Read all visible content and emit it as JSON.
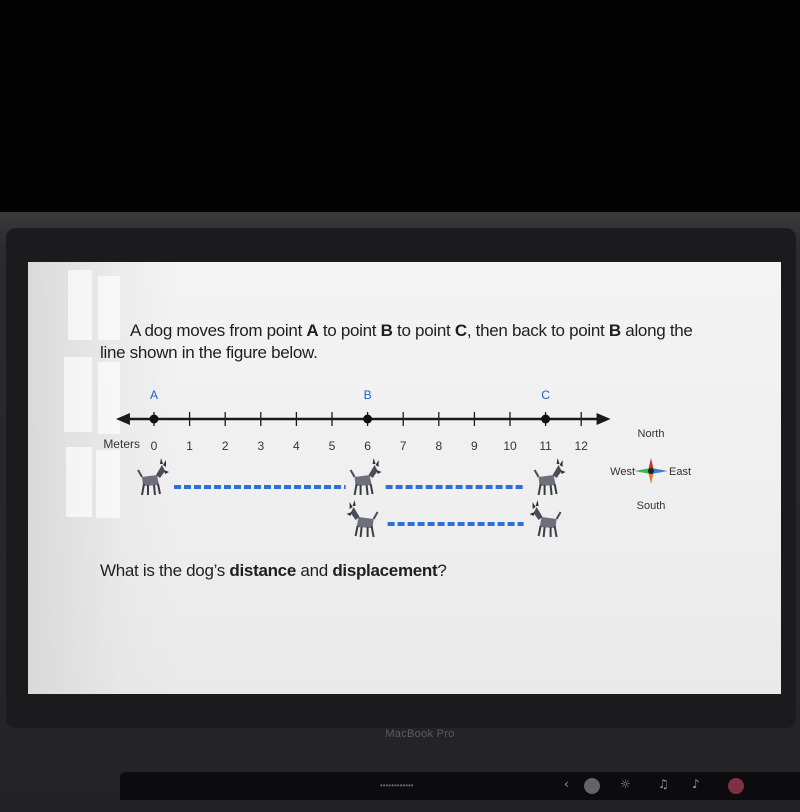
{
  "slide": {
    "text_before_A": "A dog moves from point ",
    "point_A": "A",
    "text_to": " to point ",
    "point_B": "B",
    "text_to_2": " to point ",
    "point_C": "C",
    "text_then": ", then back to point ",
    "point_B2": "B",
    "text_after": " along the line shown in the figure below.",
    "question_prefix": "What is the dog’s ",
    "question_distance": "distance",
    "question_and": " and ",
    "question_displacement": "displacement",
    "question_suffix": "?"
  },
  "figure": {
    "axis_label": "Meters",
    "ticks": [
      "0",
      "1",
      "2",
      "3",
      "4",
      "5",
      "6",
      "7",
      "8",
      "9",
      "10",
      "11",
      "12"
    ],
    "points": [
      {
        "label": "A",
        "value": 0
      },
      {
        "label": "B",
        "value": 6
      },
      {
        "label": "C",
        "value": 11
      }
    ],
    "legs": [
      {
        "from": 0,
        "to": 6
      },
      {
        "from": 6,
        "to": 11
      },
      {
        "from": 11,
        "to": 6
      }
    ],
    "compass": {
      "north": "North",
      "south": "South",
      "east": "East",
      "west": "West"
    },
    "colors": {
      "point_label": "#1f5fc4",
      "dash": "#2f6fd6",
      "axis": "#1a1a1a"
    }
  },
  "laptop": {
    "model_label": "MacBook Pro"
  }
}
